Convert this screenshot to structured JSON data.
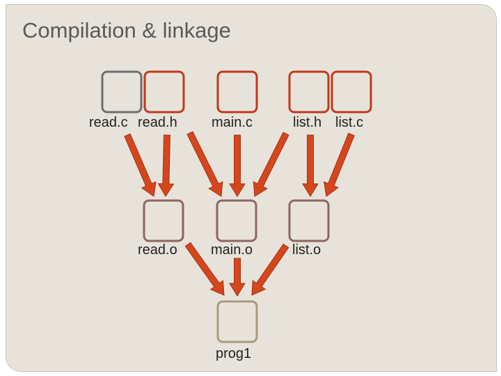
{
  "title": "Compilation & linkage",
  "colors": {
    "source_border": "#c0391b",
    "source_border_alt": "#6e6e6e",
    "object_border": "#8e6464",
    "output_border": "#a89a7a",
    "arrow_fill": "#d6461d",
    "arrow_stroke": "#a03314",
    "background": "#e8e3da"
  },
  "nodes": [
    {
      "id": "read_c",
      "label": "read.c",
      "kind": "source-alt"
    },
    {
      "id": "read_h",
      "label": "read.h",
      "kind": "source"
    },
    {
      "id": "main_c",
      "label": "main.c",
      "kind": "source"
    },
    {
      "id": "list_h",
      "label": "list.h",
      "kind": "source"
    },
    {
      "id": "list_c",
      "label": "list.c",
      "kind": "source"
    },
    {
      "id": "read_o",
      "label": "read.o",
      "kind": "object"
    },
    {
      "id": "main_o",
      "label": "main.o",
      "kind": "object"
    },
    {
      "id": "list_o",
      "label": "list.o",
      "kind": "object"
    },
    {
      "id": "prog1",
      "label": "prog1",
      "kind": "output"
    }
  ],
  "edges": [
    {
      "from": "read_c",
      "to": "read_o"
    },
    {
      "from": "read_h",
      "to": "read_o"
    },
    {
      "from": "read_h",
      "to": "main_o"
    },
    {
      "from": "main_c",
      "to": "main_o"
    },
    {
      "from": "list_h",
      "to": "main_o"
    },
    {
      "from": "list_h",
      "to": "list_o"
    },
    {
      "from": "list_c",
      "to": "list_o"
    },
    {
      "from": "read_o",
      "to": "prog1"
    },
    {
      "from": "main_o",
      "to": "prog1"
    },
    {
      "from": "list_o",
      "to": "prog1"
    }
  ]
}
